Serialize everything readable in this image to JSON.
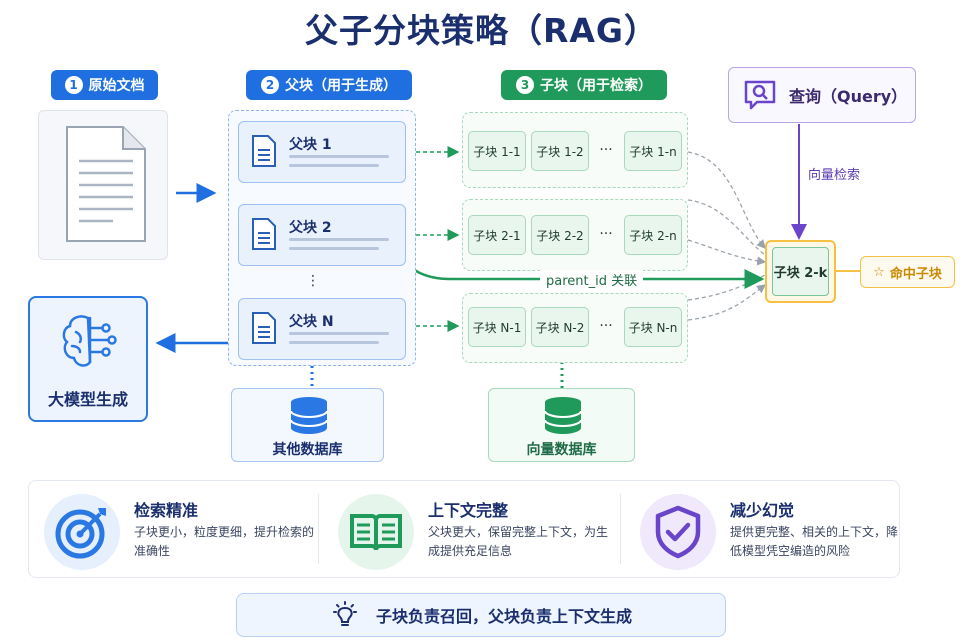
{
  "title": "父子分块策略（RAG）",
  "steps": {
    "s1": {
      "num": "1",
      "label": "原始文档"
    },
    "s2": {
      "num": "2",
      "label": "父块（用于生成）"
    },
    "s3": {
      "num": "3",
      "label": "子块（用于检索）"
    }
  },
  "parents": [
    "父块 1",
    "父块 2",
    "父块 N"
  ],
  "parent_ellipsis": "⋮",
  "children": {
    "row1": [
      "子块 1-1",
      "子块 1-2",
      "子块 1-n"
    ],
    "row2": [
      "子块 2-1",
      "子块 2-2",
      "子块 2-n"
    ],
    "row3": [
      "子块 N-1",
      "子块 N-2",
      "子块 N-n"
    ],
    "ellipsis": "···"
  },
  "query": {
    "label": "查询（Query）",
    "arrow_label": "向量检索"
  },
  "hit": {
    "chunk": "子块 2-k",
    "label": "命中子块",
    "star": "☆"
  },
  "link_label": "parent_id 关联",
  "llm_label": "大模型生成",
  "db_other": "其他数据库",
  "db_vector": "向量数据库",
  "features": [
    {
      "title": "检索精准",
      "desc": "子块更小，粒度更细，提升检索的准确性"
    },
    {
      "title": "上下文完整",
      "desc": "父块更大，保留完整上下文，为生成提供充足信息"
    },
    {
      "title": "减少幻觉",
      "desc": "提供更完整、相关的上下文，降低模型凭空编造的风险"
    }
  ],
  "summary": "子块负责召回，父块负责上下文生成",
  "colors": {
    "blue": "#1f6fe0",
    "green": "#1f9a5a",
    "purple": "#6a45c9",
    "gold": "#f5c044"
  }
}
